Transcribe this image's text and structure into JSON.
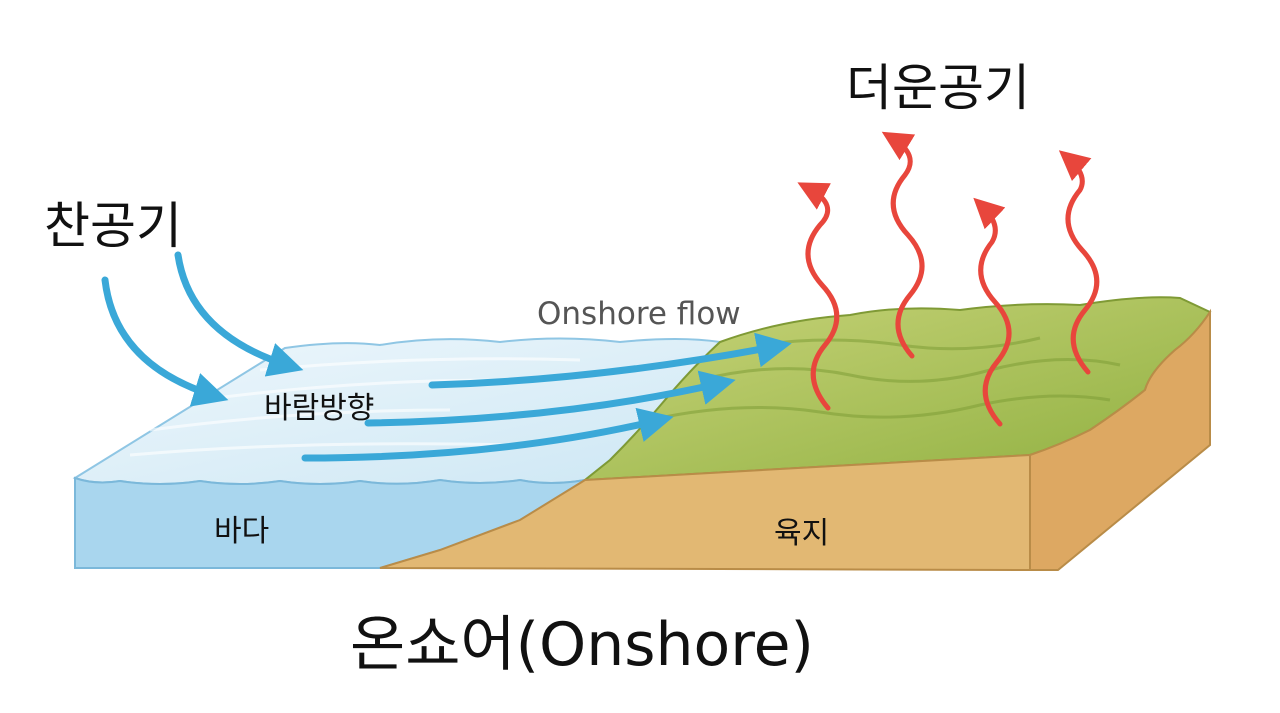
{
  "labels": {
    "hot_air": "더운공기",
    "cold_air": "찬공기",
    "flow": "Onshore flow",
    "wind_direction": "바람방향",
    "sea": "바다",
    "land": "육지",
    "caption": "온쇼어(Onshore)"
  },
  "colors": {
    "sea_top": "#d9eef8",
    "sea_front": "#a9d6ee",
    "land_top": "#a9c24e",
    "land_front": "#e2b873",
    "land_side": "#dda862",
    "wind_arrow": "#3aa8d8",
    "heat_arrow": "#e8463c"
  },
  "icons": {
    "wind": "curved-arrow-icon",
    "heat": "wavy-up-arrow-icon"
  }
}
